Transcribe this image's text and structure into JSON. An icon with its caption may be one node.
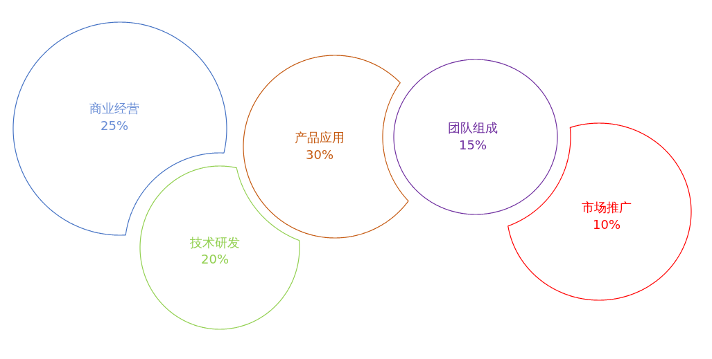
{
  "diagram": {
    "nodes": [
      {
        "text": [
          "商业经营",
          "25%"
        ]
      },
      {
        "text": [
          "技术研发",
          "20%"
        ]
      },
      {
        "text": [
          "产品应用",
          "30%"
        ]
      },
      {
        "text": [
          "团队组成",
          "15%"
        ]
      },
      {
        "text": [
          "市场推广",
          "10%"
        ]
      }
    ]
  }
}
